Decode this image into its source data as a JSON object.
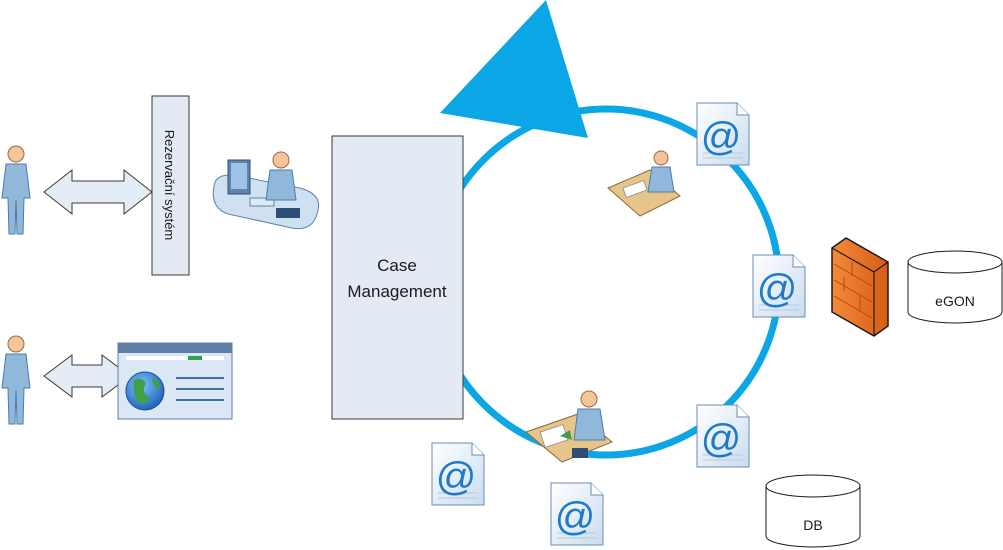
{
  "diagram": {
    "reservation_label": "Rezervační systém",
    "case_management_line1": "Case",
    "case_management_line2": "Management",
    "egon_label": "eGON",
    "db_label": "DB",
    "email_symbol": "@",
    "colors": {
      "cycle": "#0aa6e6",
      "box_fill": "#e3eaf4",
      "box_stroke": "#3a3a3a",
      "arrow_fill": "#e4ecf6",
      "firewall": "#f07828",
      "person": "#8fb8db",
      "skin": "#f4c49a"
    },
    "icons": [
      "person-icon",
      "double-arrow-icon",
      "workstation-icon",
      "browser-window-icon",
      "globe-icon",
      "desk-worker-icon",
      "email-document-icon",
      "firewall-icon",
      "database-icon"
    ]
  }
}
